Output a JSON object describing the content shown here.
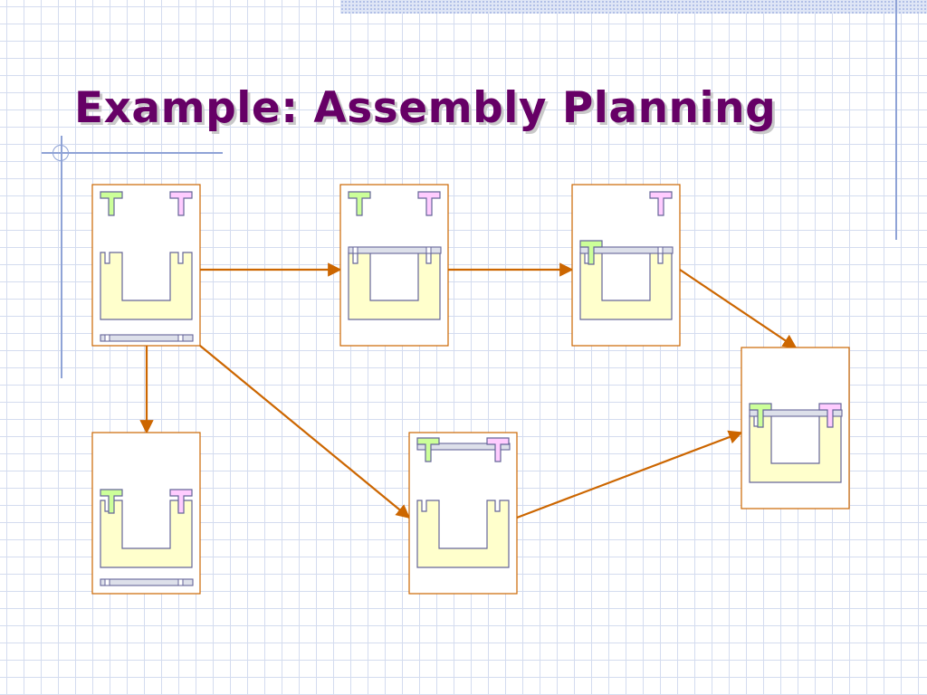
{
  "slide": {
    "title": "Example: Assembly Planning"
  },
  "colors": {
    "title": "#660066",
    "edge": "#cc6600",
    "box_border": "#cc6600",
    "base_fill": "#ffffcc",
    "green_peg": "#ccff99",
    "pink_peg": "#ffccff",
    "bar_fill": "#dde0ea",
    "outline": "#666699"
  },
  "diagram": {
    "nodes": [
      {
        "id": "n1",
        "name": "state-initial",
        "bar": "bottom",
        "green": "top",
        "pink": "top"
      },
      {
        "id": "n2",
        "name": "state-bar-placed",
        "bar": "on-base",
        "green": "top",
        "pink": "top"
      },
      {
        "id": "n3",
        "name": "state-bar-green-placed",
        "bar": "on-base",
        "green": "inserted",
        "pink": "top"
      },
      {
        "id": "n4",
        "name": "state-assembled",
        "bar": "on-base",
        "green": "inserted",
        "pink": "inserted"
      },
      {
        "id": "n5",
        "name": "state-pegs-in-base",
        "bar": "bottom",
        "green": "in-base",
        "pink": "in-base"
      },
      {
        "id": "n6",
        "name": "state-bar-pegs-joined",
        "bar": "top-joined",
        "green": "top-joined",
        "pink": "top-joined"
      }
    ],
    "edges": [
      {
        "from": "n1",
        "to": "n2"
      },
      {
        "from": "n2",
        "to": "n3"
      },
      {
        "from": "n3",
        "to": "n4"
      },
      {
        "from": "n1",
        "to": "n5"
      },
      {
        "from": "n1",
        "to": "n6"
      },
      {
        "from": "n6",
        "to": "n4"
      }
    ]
  }
}
